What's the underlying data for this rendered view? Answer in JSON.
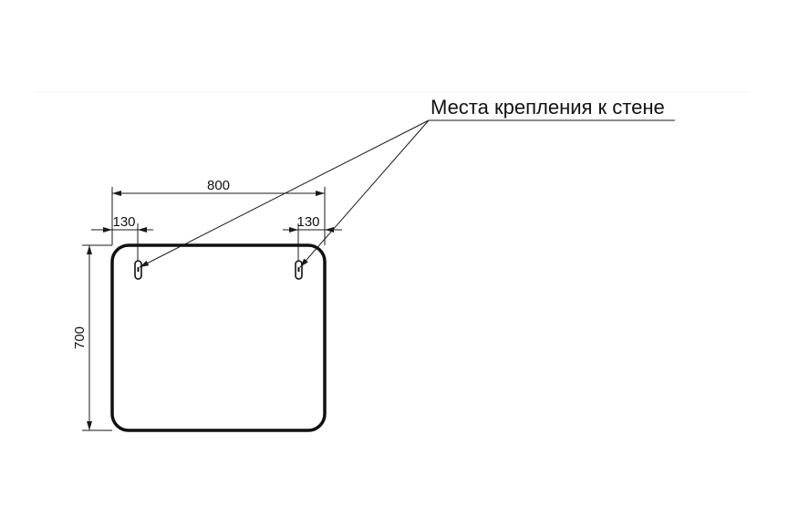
{
  "callout": {
    "label": "Места крепления к стене"
  },
  "dimensions": {
    "overall_width": "800",
    "left_offset": "130",
    "right_offset": "130",
    "height": "700"
  }
}
